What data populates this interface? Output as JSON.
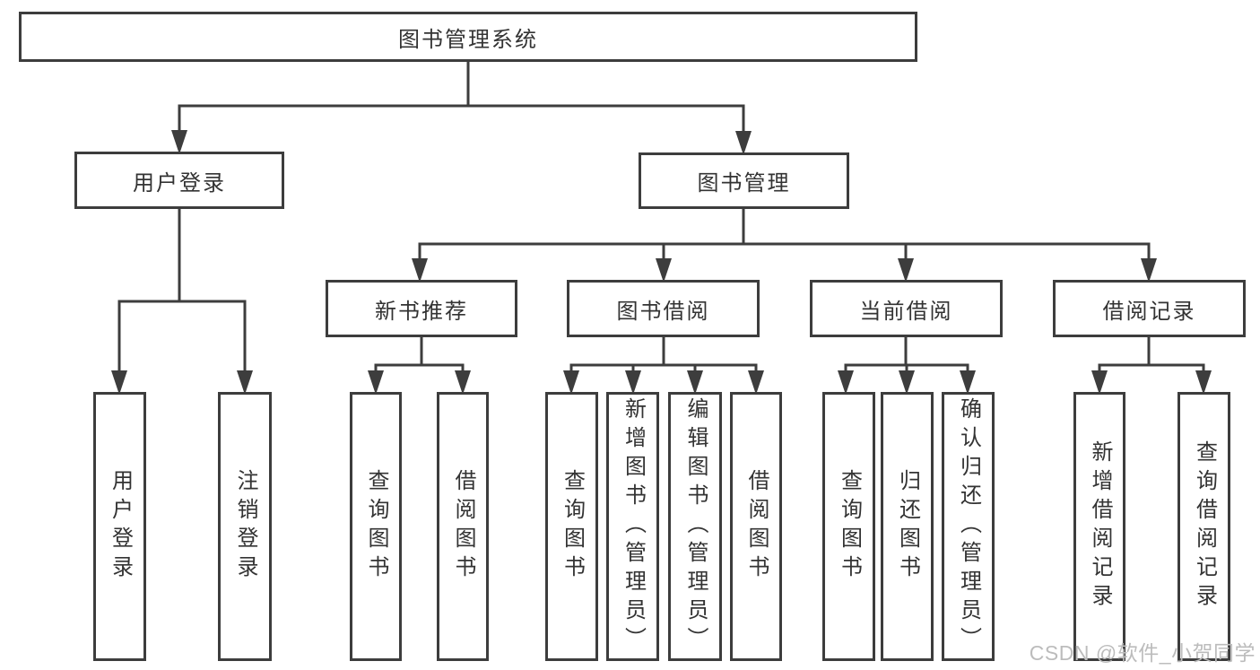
{
  "diagram": {
    "root": {
      "label": "图书管理系统"
    },
    "level2": [
      {
        "label": "用户登录"
      },
      {
        "label": "图书管理"
      }
    ],
    "level3": [
      {
        "label": "新书推荐"
      },
      {
        "label": "图书借阅"
      },
      {
        "label": "当前借阅"
      },
      {
        "label": "借阅记录"
      }
    ],
    "leaves": {
      "user_login": [
        {
          "label": "用户登录"
        },
        {
          "label": "注销登录"
        }
      ],
      "new_book": [
        {
          "label": "查询图书"
        },
        {
          "label": "借阅图书"
        }
      ],
      "book_borrow": [
        {
          "label": "查询图书"
        },
        {
          "label": "新增图书（管理员）"
        },
        {
          "label": "编辑图书（管理员）"
        },
        {
          "label": "借阅图书"
        }
      ],
      "current_borrow": [
        {
          "label": "查询图书"
        },
        {
          "label": "归还图书"
        },
        {
          "label": "确认归还（管理员）"
        }
      ],
      "records": [
        {
          "label": "新增借阅记录"
        },
        {
          "label": "查询借阅记录"
        }
      ]
    },
    "watermark": "CSDN @软件_小贺同学",
    "colors": {
      "line": "#3d3d3d",
      "text": "#333333",
      "watermark": "#bcbcbc",
      "bg": "#ffffff"
    }
  }
}
